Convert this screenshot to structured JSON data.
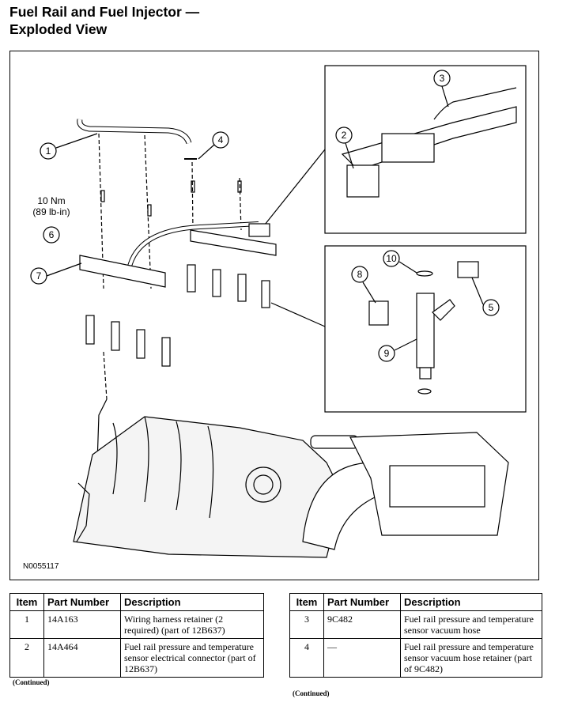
{
  "page": {
    "title_line1": "Fuel Rail and Fuel Injector —",
    "title_line2": "Exploded View",
    "figure_id": "N0055117",
    "torque": {
      "nm": "10 Nm",
      "lbin": "(89 lb-in)"
    },
    "callouts": [
      "1",
      "2",
      "3",
      "4",
      "5",
      "6",
      "7",
      "8",
      "9",
      "10"
    ],
    "continued": "(Continued)"
  },
  "table_headers": {
    "item": "Item",
    "part_number": "Part Number",
    "description": "Description"
  },
  "table_left": [
    {
      "item": "1",
      "part": "14A163",
      "desc": "Wiring harness retainer (2 required) (part of 12B637)"
    },
    {
      "item": "2",
      "part": "14A464",
      "desc": "Fuel rail pressure and temperature sensor electrical connector (part of 12B637)"
    }
  ],
  "table_right": [
    {
      "item": "3",
      "part": "9C482",
      "desc": "Fuel rail pressure and temperature sensor vacuum hose"
    },
    {
      "item": "4",
      "part": "—",
      "desc": "Fuel rail pressure and temperature sensor vacuum hose retainer (part of 9C482)"
    }
  ]
}
